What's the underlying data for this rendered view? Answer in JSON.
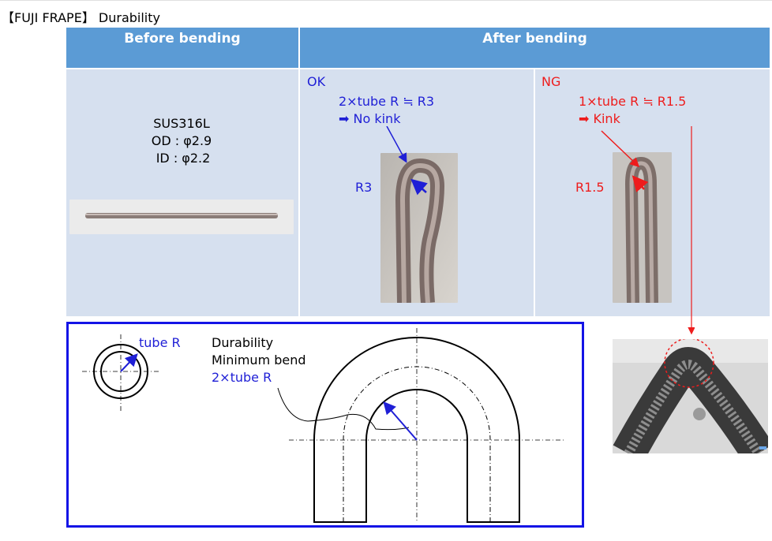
{
  "title": "【FUJI FRAPE】 Durability",
  "table": {
    "before_header": "Before bending",
    "after_header": "After bending"
  },
  "before": {
    "material": "SUS316L",
    "od": "OD : φ2.9",
    "id": "ID : φ2.2"
  },
  "ok": {
    "label": "OK",
    "ratio": "2×tube R ≒ R3",
    "result": "➡ No kink",
    "radius": "R3"
  },
  "ng": {
    "label": "NG",
    "ratio": "1×tube R ≒ R1.5",
    "result": "➡ Kink",
    "radius": "R1.5"
  },
  "diagram": {
    "tube_r": "tube R",
    "line1": "Durability",
    "line2": "Minimum bend",
    "line3": "2×tube R"
  },
  "colors": {
    "header": "#5b9bd5",
    "cell": "#d6e0ef",
    "ok": "#1f1fd6",
    "ng": "#ee1c1c",
    "diagram_border": "#1414e6"
  }
}
